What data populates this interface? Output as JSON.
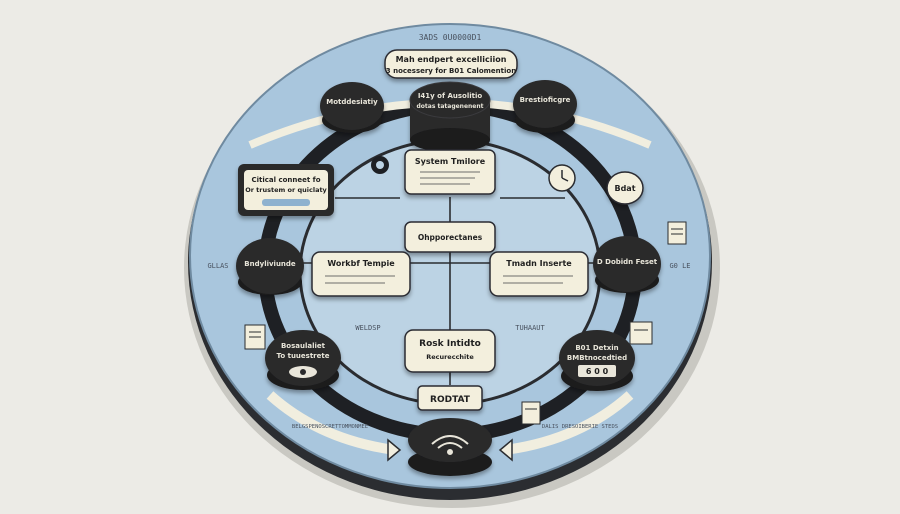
{
  "header": {
    "small_caption": "3ADS 0U0000D1",
    "banner_line1": "Mah endpert excelliciion",
    "banner_line2": "3 nocessery for B01 Calomention"
  },
  "nodes": {
    "top_left": {
      "title": "Motddesiatiy"
    },
    "top_center": {
      "title": "I41y of Ausolitio",
      "subtitle": "dotas tatagenenent"
    },
    "top_right": {
      "title": "Brestioficgre"
    },
    "left_panel": {
      "line1": "Citical conneet fo",
      "line2": "Or trustem or quiclaty"
    },
    "system_timeline": {
      "title": "System Tmilore"
    },
    "right_oval": {
      "title": "Bdat"
    },
    "opportunities": {
      "title": "Ohpporectanes"
    },
    "left_mid": {
      "title": "Bndyliviunde"
    },
    "workflow_template": {
      "title": "Workbf Tempie"
    },
    "timeline_inserts": {
      "title": "Tmadn Inserte"
    },
    "right_mid": {
      "title": "D Dobidn Feset"
    },
    "left_code": "GLLAS",
    "right_code": "G0 LE",
    "left_mid_caption": "WELDSP",
    "right_mid_caption": "TUHAAUT",
    "risk_initiative": {
      "title": "Rosk Intidto",
      "subtitle": "Recurecchite"
    },
    "bottom_left": {
      "line1": "Bosaulaliet",
      "line2": "To tuuestrete"
    },
    "bottom_right": {
      "line1": "B01 Detxin",
      "line2": "BMBtnocedtied",
      "code": "6 0 0"
    },
    "output": {
      "title": "RODTAT"
    },
    "bottom_caption_left": "BELGSPENOSCRETTOMMONMEE",
    "bottom_caption_right": "DALIS DRESOIBERIE STEDS"
  },
  "colors": {
    "background": "#ecebe6",
    "platform": "#a9c6dd",
    "platform_edge": "#2b2d31",
    "ring": "#1e2024",
    "node_dark": "#2a2a2c",
    "card_light": "#f3efdd"
  },
  "icons": [
    "gear-icon",
    "clock-icon",
    "wifi-icon",
    "document-icon",
    "arrow-icon",
    "satellite-icon"
  ]
}
